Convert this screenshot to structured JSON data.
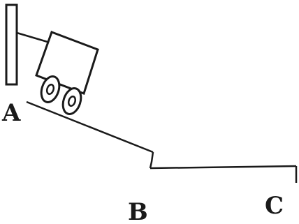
{
  "diagram": {
    "labels": {
      "a": "A",
      "b": "B",
      "c": "C"
    },
    "stroke_color": "#1a1a1a",
    "background_color": "#ffffff"
  }
}
